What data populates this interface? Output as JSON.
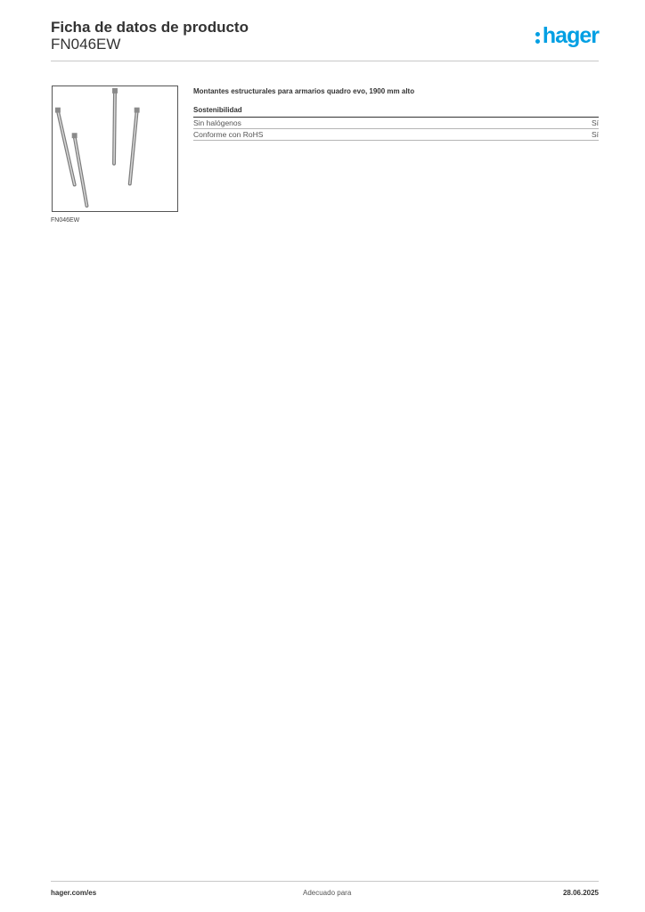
{
  "header": {
    "title": "Ficha de datos de producto",
    "subtitle": "FN046EW",
    "logo_text": "hager",
    "logo_color": "#009fe3"
  },
  "product": {
    "image_caption": "FN046EW",
    "description": "Montantes estructurales para armarios quadro evo, 1900 mm alto"
  },
  "sections": [
    {
      "heading": "Sostenibilidad",
      "rows": [
        {
          "label": "Sin halógenos",
          "value": "Sí"
        },
        {
          "label": "Conforme con RoHS",
          "value": "Sí"
        }
      ]
    }
  ],
  "footer": {
    "website": "hager.com/es",
    "center_text": "Adecuado para",
    "date": "28.06.2025"
  }
}
